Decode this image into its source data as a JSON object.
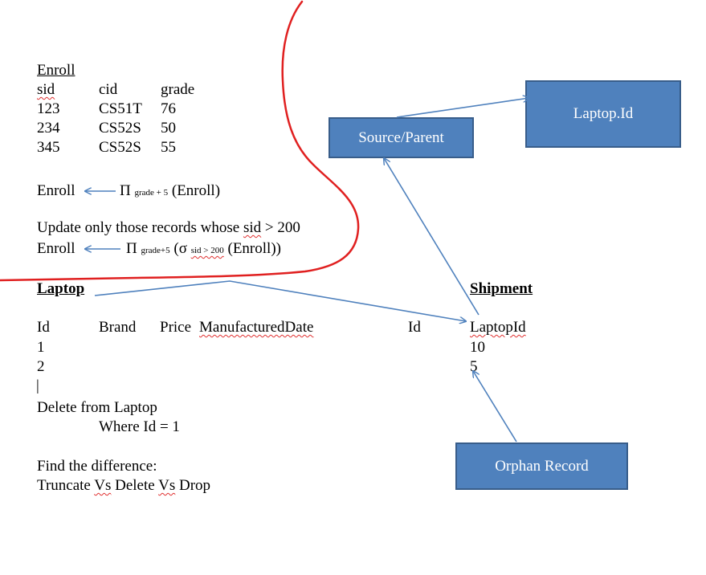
{
  "enroll": {
    "title": "Enroll",
    "headers": [
      "sid",
      "cid",
      "grade"
    ],
    "rows": [
      [
        "123",
        "CS51T",
        "76"
      ],
      [
        "234",
        "CS52S",
        "50"
      ],
      [
        "345",
        "CS52S",
        "55"
      ]
    ]
  },
  "expr1": {
    "lhs": "Enroll",
    "pi": "Π",
    "sub": "grade + 5",
    "rhs": "(Enroll)"
  },
  "update_note": {
    "prefix": "Update only those records whose ",
    "word": "sid",
    "suffix": " > 200"
  },
  "expr2": {
    "lhs": "Enroll",
    "pi": "Π",
    "sub": "grade+5",
    "open": "(σ",
    "sub2": "sid > 200",
    "rhs": "(Enroll))"
  },
  "laptop": {
    "title": "Laptop",
    "headers": [
      "Id",
      "Brand",
      "Price",
      "ManufacturedDate"
    ],
    "ids": [
      "1",
      "2"
    ],
    "cursor": "|"
  },
  "shipment": {
    "title": "Shipment",
    "headers": [
      "Id",
      "LaptopId"
    ],
    "values": [
      "10",
      "5"
    ]
  },
  "delete_stmt": {
    "line1": "Delete from Laptop",
    "line2": "Where Id = 1"
  },
  "difference": {
    "line1": "Find the difference:",
    "w1": "Truncate ",
    "w2": "Vs",
    "w3": " Delete ",
    "w4": "Vs",
    "w5": " Drop"
  },
  "boxes": {
    "laptop_id": "Laptop.Id",
    "source_parent": "Source/Parent",
    "orphan_record": "Orphan Record"
  },
  "colors": {
    "box_fill": "#4f81bd",
    "box_border": "#385d8a",
    "arrow": "#4f81bd",
    "annotation": "#e02020"
  }
}
